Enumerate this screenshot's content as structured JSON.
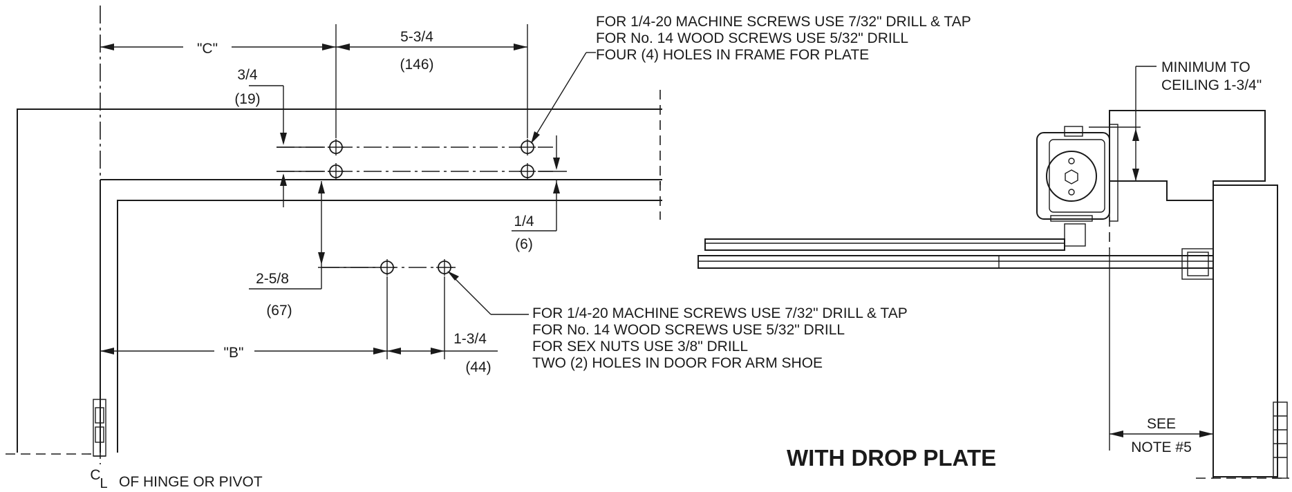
{
  "frame_note": {
    "line1": "FOR 1/4-20 MACHINE SCREWS USE 7/32\" DRILL & TAP",
    "line2": "FOR No. 14 WOOD SCREWS USE 5/32\" DRILL",
    "line3": "FOUR (4) HOLES IN FRAME FOR PLATE"
  },
  "door_note": {
    "line1": "FOR 1/4-20 MACHINE SCREWS USE 7/32\" DRILL & TAP",
    "line2": "FOR No. 14 WOOD SCREWS USE 5/32\" DRILL",
    "line3": "FOR SEX NUTS USE 3/8\" DRILL",
    "line4": "TWO (2) HOLES IN DOOR FOR ARM SHOE"
  },
  "dimensions": {
    "c": "\"C\"",
    "five_three_quarter": "5-3/4",
    "five_three_quarter_mm": "(146)",
    "three_quarter": "3/4",
    "three_quarter_mm": "(19)",
    "one_quarter": "1/4",
    "one_quarter_mm": "(6)",
    "two_five_eighths": "2-5/8",
    "two_five_eighths_mm": "(67)",
    "b": "\"B\"",
    "one_three_quarter": "1-3/4",
    "one_three_quarter_mm": "(44)"
  },
  "hinge_label": {
    "symbol_c": "C",
    "symbol_l": "L",
    "text": "OF HINGE OR PIVOT"
  },
  "ceiling_note": {
    "line1": "MINIMUM TO",
    "line2": "CEILING 1-3/4\""
  },
  "see_note": {
    "line1": "SEE",
    "line2": "NOTE #5"
  },
  "title": "WITH DROP PLATE"
}
